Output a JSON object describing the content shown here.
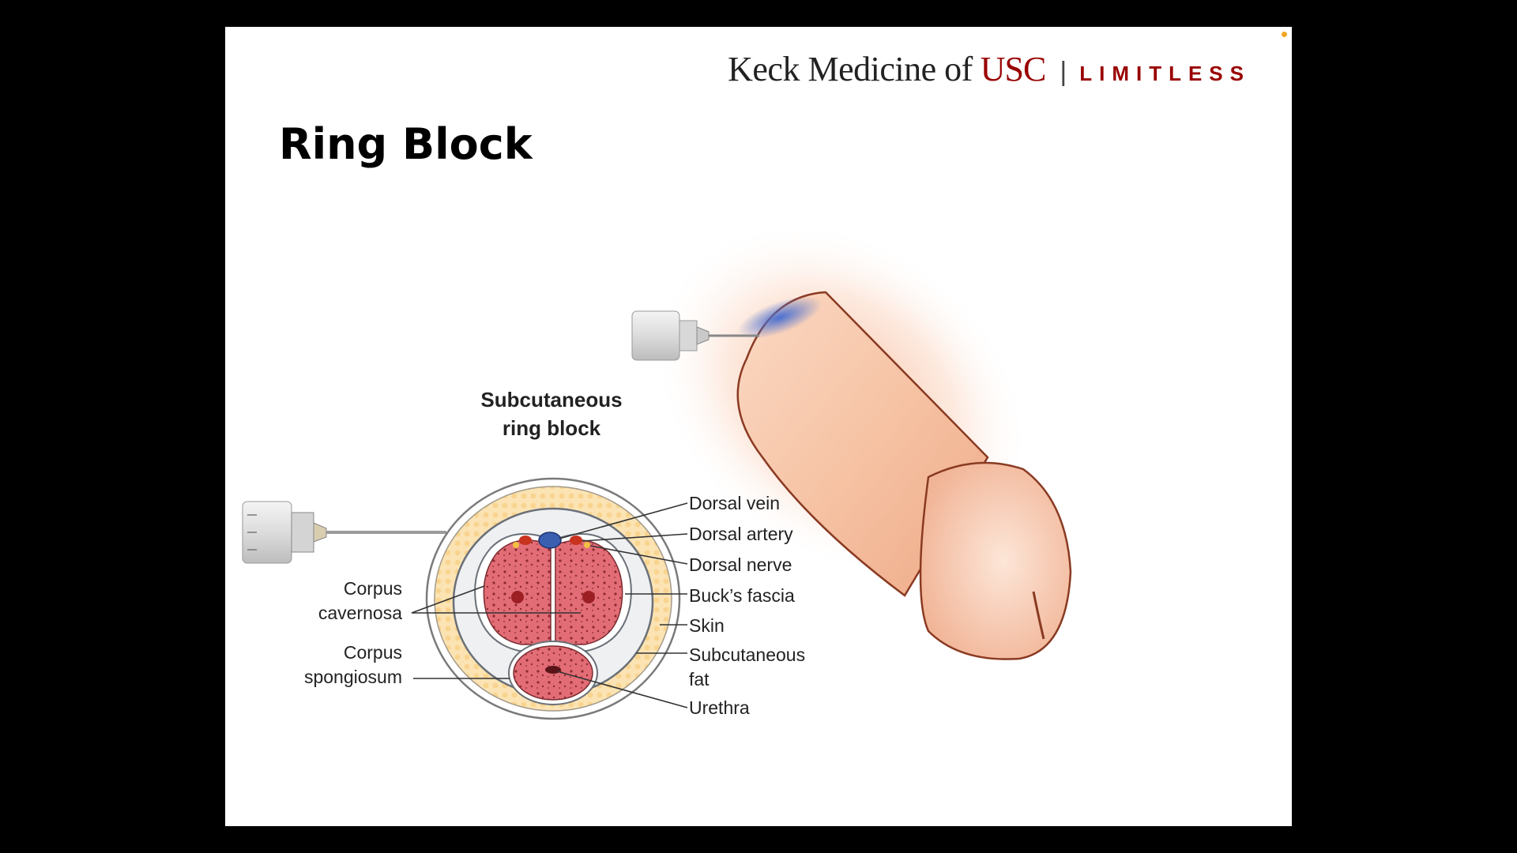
{
  "slide": {
    "title": "Ring Block",
    "logo": {
      "text": "Keck Medicine of",
      "brand": "USC",
      "separator": "|",
      "tagline": "LIMITLESS"
    }
  },
  "diagram": {
    "heading_line1": "Subcutaneous",
    "heading_line2": "ring block",
    "labels": {
      "dorsal_vein": "Dorsal vein",
      "dorsal_artery": "Dorsal artery",
      "dorsal_nerve": "Dorsal nerve",
      "bucks_fascia": "Buck’s fascia",
      "skin": "Skin",
      "subcutaneous_fat_1": "Subcutaneous",
      "subcutaneous_fat_2": "fat",
      "urethra": "Urethra",
      "corpus_cavernosa_1": "Corpus",
      "corpus_cavernosa_2": "cavernosa",
      "corpus_spongiosum_1": "Corpus",
      "corpus_spongiosum_2": "spongiosum"
    }
  },
  "colors": {
    "brand_red": "#990000",
    "tissue_pink": "#e46f7a",
    "fat_yellow": "#fbe2ae",
    "skin_peach": "#f7c8a8",
    "vein_blue": "#3b5fb0"
  }
}
